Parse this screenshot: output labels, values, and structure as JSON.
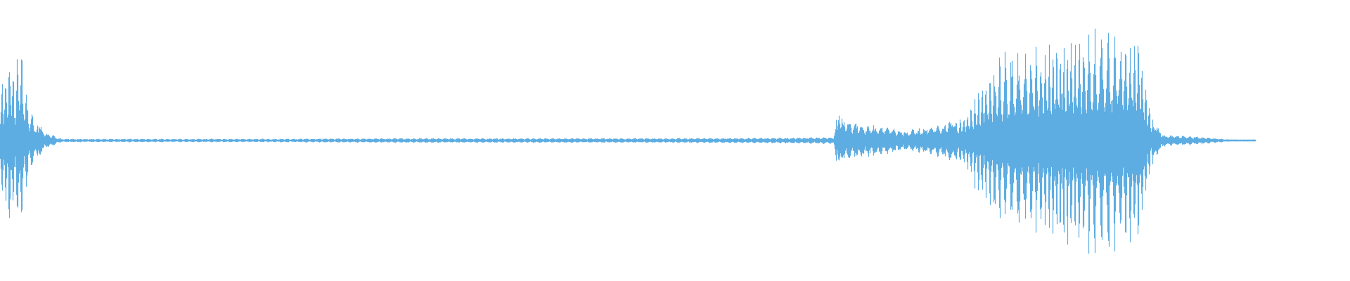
{
  "waveform": {
    "color": "#5dade2",
    "background": "#ffffff",
    "envelope": [
      [
        0.0,
        0.5
      ],
      [
        0.004,
        0.6
      ],
      [
        0.008,
        0.85
      ],
      [
        0.011,
        0.55
      ],
      [
        0.014,
        0.9
      ],
      [
        0.017,
        0.7
      ],
      [
        0.02,
        0.45
      ],
      [
        0.023,
        0.3
      ],
      [
        0.026,
        0.25
      ],
      [
        0.029,
        0.2
      ],
      [
        0.032,
        0.1
      ],
      [
        0.036,
        0.06
      ],
      [
        0.04,
        0.05
      ],
      [
        0.044,
        0.02
      ],
      [
        0.05,
        0.015
      ],
      [
        0.1,
        0.015
      ],
      [
        0.2,
        0.015
      ],
      [
        0.3,
        0.02
      ],
      [
        0.4,
        0.02
      ],
      [
        0.5,
        0.02
      ],
      [
        0.6,
        0.025
      ],
      [
        0.637,
        0.03
      ],
      [
        0.64,
        0.22
      ],
      [
        0.645,
        0.18
      ],
      [
        0.65,
        0.16
      ],
      [
        0.66,
        0.14
      ],
      [
        0.67,
        0.13
      ],
      [
        0.68,
        0.12
      ],
      [
        0.69,
        0.09
      ],
      [
        0.7,
        0.1
      ],
      [
        0.71,
        0.12
      ],
      [
        0.72,
        0.14
      ],
      [
        0.73,
        0.2
      ],
      [
        0.74,
        0.3
      ],
      [
        0.75,
        0.5
      ],
      [
        0.76,
        0.7
      ],
      [
        0.77,
        0.8
      ],
      [
        0.78,
        0.85
      ],
      [
        0.79,
        0.85
      ],
      [
        0.8,
        0.85
      ],
      [
        0.81,
        0.9
      ],
      [
        0.82,
        0.9
      ],
      [
        0.83,
        0.95
      ],
      [
        0.84,
        1.0
      ],
      [
        0.85,
        1.0
      ],
      [
        0.86,
        1.0
      ],
      [
        0.87,
        0.95
      ],
      [
        0.875,
        0.6
      ],
      [
        0.88,
        0.25
      ],
      [
        0.886,
        0.1
      ],
      [
        0.89,
        0.05
      ],
      [
        0.91,
        0.04
      ],
      [
        0.93,
        0.02
      ],
      [
        0.94,
        0.01
      ],
      [
        0.955,
        0.005
      ],
      [
        0.96,
        0.0
      ],
      [
        1.0,
        0.0
      ]
    ]
  }
}
